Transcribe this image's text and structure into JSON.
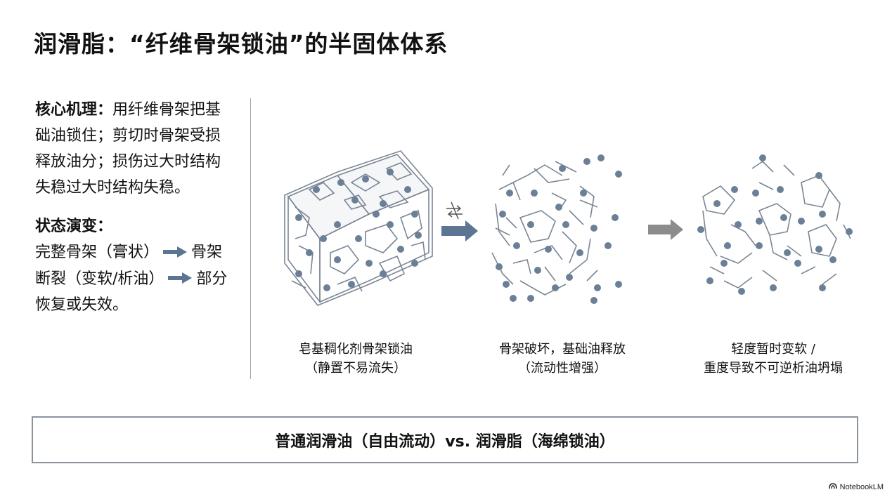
{
  "title": "润滑脂：“纤维骨架锁油”的半固体体系",
  "mechanism": {
    "label": "核心机理：",
    "text": "用纤维骨架把基础油锁住；剪切时骨架受损释放油分；损伤过大时结构失稳过大时结构失稳。"
  },
  "evolution": {
    "label": "状态演变：",
    "step1": "完整骨架（膏状）",
    "step2": "骨架断裂（变软/析油）",
    "step3": "部分恢复或失效。"
  },
  "stages": [
    {
      "line1": "皂基稠化剂骨架锁油",
      "line2": "（静置不易流失）"
    },
    {
      "line1": "骨架破坏，基础油释放",
      "line2": "（流动性增强）"
    },
    {
      "line1": "轻度暂时变软 /",
      "line2": "重度导致不可逆析油坍塌"
    }
  ],
  "bottom": "普通润滑油（自由流动）vs. 润滑脂（海绵锁油）",
  "brand": "NotebookLM",
  "colors": {
    "arrow_blue": "#5b7592",
    "arrow_gray": "#8c8c8c",
    "network": "#7a8694",
    "oil_dot": "#6b7f96",
    "border": "#8a939c"
  },
  "icons": [
    "shear-icon",
    "right-arrow-icon",
    "notebooklm-logo-icon"
  ]
}
